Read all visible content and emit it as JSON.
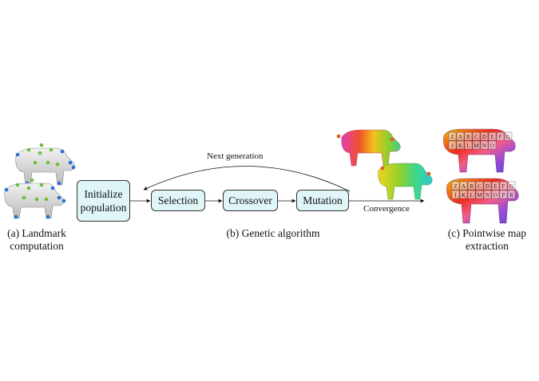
{
  "steps": {
    "init_line1": "Initialize",
    "init_line2": "population",
    "selection": "Selection",
    "crossover": "Crossover",
    "mutation": "Mutation"
  },
  "labels": {
    "next_generation": "Next generation",
    "convergence": "Convergence"
  },
  "captions": {
    "a_line1": "(a) Landmark",
    "a_line2": "computation",
    "b": "(b) Genetic algorithm",
    "c_line1": "(c) Pointwise map",
    "c_line2": "extraction"
  },
  "grid_letters": {
    "top_row1": [
      "Z",
      "A",
      "B",
      "C",
      "D",
      "E",
      "F",
      "G"
    ],
    "top_row2": [
      "J",
      "K",
      "L",
      "M",
      "N",
      "O"
    ],
    "bottom_row1": [
      "Z",
      "A",
      "B",
      "C",
      "D",
      "E",
      "F",
      "G"
    ],
    "bottom_row2": [
      "I",
      "K",
      "L",
      "M",
      "N",
      "O",
      "P",
      "R"
    ]
  },
  "colors": {
    "box_fill": "#dff5f7",
    "landmark_green": "#6fbf3a",
    "landmark_blue": "#2a6fd6"
  }
}
